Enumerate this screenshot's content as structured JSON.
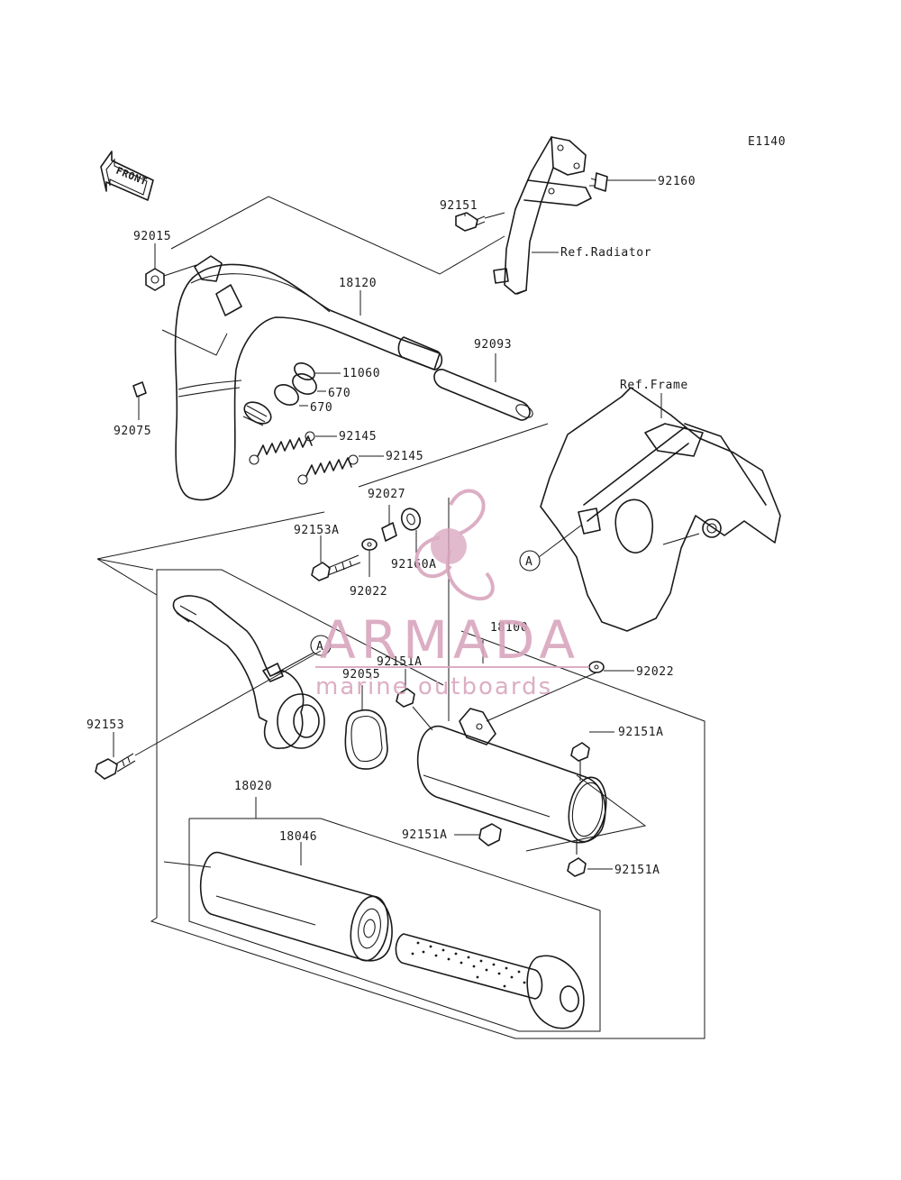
{
  "diagram_code": "E1140",
  "front_label": "FRONT",
  "ref_labels": {
    "radiator": "Ref.Radiator",
    "frame": "Ref.Frame"
  },
  "reference_marker": "A",
  "part_labels": {
    "p92160": "92160",
    "p92151_top": "92151",
    "p92015": "92015",
    "p18120": "18120",
    "p92093": "92093",
    "p11060": "11060",
    "p670_a": "670",
    "p670_b": "670",
    "p92075": "92075",
    "p92145_a": "92145",
    "p92145_b": "92145",
    "p92027": "92027",
    "p92153A": "92153A",
    "p92160A": "92160A",
    "p92022_left": "92022",
    "p18100": "18100",
    "p92022_right": "92022",
    "p92151A_top": "92151A",
    "p92055": "92055",
    "p92153": "92153",
    "p92151A_right": "92151A",
    "p18020": "18020",
    "p18046": "18046",
    "p92151A_mid": "92151A",
    "p92151A_low": "92151A"
  },
  "watermark": {
    "brand": "ARMADA",
    "tagline": "marine outboards",
    "color": "#d9a6be"
  },
  "colors": {
    "ink": "#1a1a1a",
    "background": "#ffffff"
  }
}
